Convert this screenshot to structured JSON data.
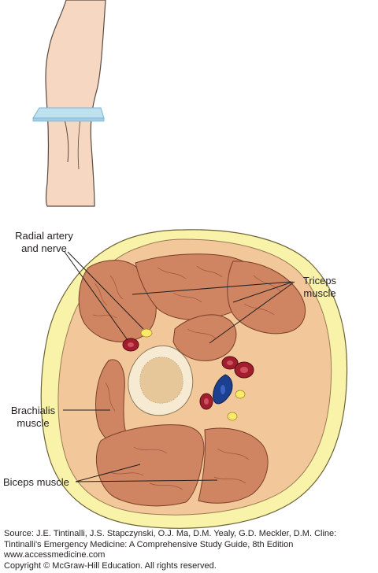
{
  "labels": {
    "radial_line1": "Radial artery",
    "radial_line2": "and nerve",
    "triceps_line1": "Triceps",
    "triceps_line2": "muscle",
    "brachialis_line1": "Brachialis",
    "brachialis_line2": "muscle",
    "biceps": "Biceps muscle"
  },
  "credits": {
    "source": "Source: J.E. Tintinalli, J.S. Stapczynski, O.J. Ma, D.M. Yealy, G.D. Meckler, D.M. Cline:",
    "book": "Tintinalli's Emergency Medicine: A Comprehensive Study Guide, 8th Edition",
    "url": "www.accessmedicine.com",
    "copyright": "Copyright © McGraw-Hill Education.  All rights reserved."
  },
  "colors": {
    "skin": "#f6d7c2",
    "skin_outline": "#5a4a40",
    "probe": "#bfe0ef",
    "fat": "#f8f3a8",
    "fascia": "#f2c89a",
    "muscle": "#cf8462",
    "bone_cortex": "#f6ead2",
    "bone_marrow": "#e6c79a",
    "artery": "#a01e2e",
    "vein": "#1d3f8f",
    "nerve": "#fbe96a"
  }
}
